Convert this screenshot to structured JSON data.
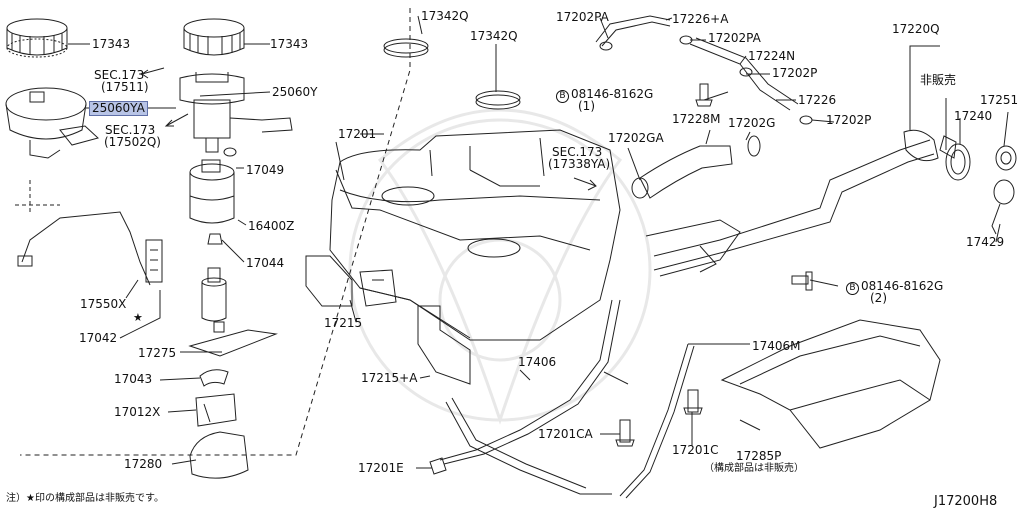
{
  "diagram_code": "J17200H8",
  "footnote": "注）★印の構成部品は非販売です。",
  "colors": {
    "line": "#222222",
    "highlight": "#b8c4e6",
    "watermark": "#e6e6e6"
  },
  "labels": {
    "p17343a": "17343",
    "p17343b": "17343",
    "sec173_17511_a": "SEC.173",
    "sec173_17511_b": "(17511)",
    "p25060Y": "25060Y",
    "p25060YA": "25060YA",
    "sec173_17502Q_a": "SEC.173",
    "sec173_17502Q_b": "(17502Q)",
    "p17049": "17049",
    "p16400Z": "16400Z",
    "p17044": "17044",
    "p17550X": "17550X",
    "p17042": "17042",
    "p17275": "17275",
    "p17043": "17043",
    "p17012X": "17012X",
    "p17280": "17280",
    "p17342Qa": "17342Q",
    "p17342Qb": "17342Q",
    "p17201": "17201",
    "p17215": "17215",
    "p17215A": "17215+A",
    "p17201E": "17201E",
    "p17406": "17406",
    "p17201CA": "17201CA",
    "p17201C": "17201C",
    "p17406M": "17406M",
    "p17285P": "17285P",
    "p17285P_note": "（構成部品は非販売）",
    "p17202PAa": "17202PA",
    "p17226A": "17226+A",
    "p17202PAb": "17202PA",
    "p17224N": "17224N",
    "p17202Pa": "17202P",
    "p17226": "17226",
    "p17202Pb": "17202P",
    "bolt1_code": "08146-8162G",
    "bolt1_qty": "(1)",
    "bolt2_code": "08146-8162G",
    "bolt2_qty": "(2)",
    "bolt_mark": "B",
    "p17228M": "17228M",
    "p17202GA": "17202GA",
    "p17202G": "17202G",
    "sec173_17338YA_a": "SEC.173",
    "sec173_17338YA_b": "(17338YA)",
    "p17220Q": "17220Q",
    "not_for_sale": "非販売",
    "p17251": "17251",
    "p17240": "17240",
    "p17429": "17429"
  }
}
